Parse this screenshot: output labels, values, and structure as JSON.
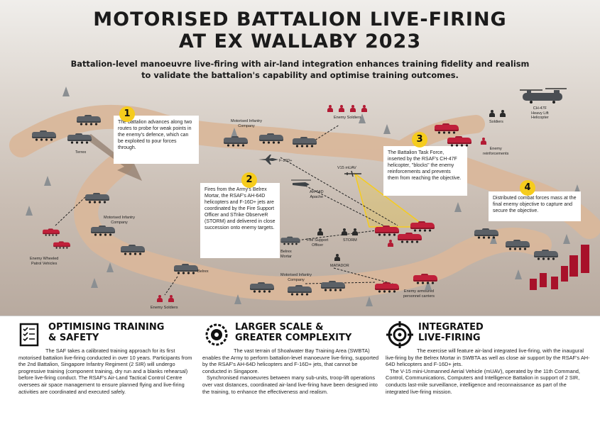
{
  "title": {
    "line1": "MOTORISED BATTALION LIVE-FIRING",
    "line2": "AT EX WALLABY 2023"
  },
  "subtitle": {
    "line1": "Battalion-level manoeuvre live-firing with air-land integration enhances training fidelity and realism",
    "line2": "to validate the battalion's capability and optimise training outcomes."
  },
  "colors": {
    "route": "#d9b79b",
    "accent_yellow": "#f6cc1d",
    "enemy_red": "#c0203a",
    "friendly_grey": "#5b6066"
  },
  "callouts": [
    {
      "number": "1",
      "text": "The battalion advances along two routes to probe for weak points in the enemy's defence, which can be exploited to pour forces through."
    },
    {
      "number": "2",
      "text": "Fires from the Army's Belrex Mortar, the RSAF's AH-64D helicopters and F-16D+ jets are coordinated by the Fire Support Officer and STrike ObserveR (STORM) and delivered in close succession onto enemy targets."
    },
    {
      "number": "3",
      "text": "The Battalion Task Force, inserted by the RSAF's CH-47F helicopter, \"blocks\" the enemy reinforcements and prevents them from reaching the objective."
    },
    {
      "number": "4",
      "text": "Distributed combat forces mass at the final enemy objective to capture and secure the objective."
    }
  ],
  "labels": {
    "terrex": "Terrex",
    "motorised_infantry": [
      "Motorised Infantry",
      "Company"
    ],
    "enemy_soldiers": "Enemy Soldiers",
    "soldiers": "Soldiers",
    "enemy_reinforcements": [
      "Enemy",
      "reinforcements"
    ],
    "ch47f": [
      "CH-47F",
      "Heavy Lift",
      "Helicopter"
    ],
    "f16": "F-16D+",
    "v15": "V15 mUAV",
    "ah64": [
      "AH-64D",
      "Apache"
    ],
    "enemy_wheeled": [
      "Enemy Wheeled",
      "Patrol Vehicles"
    ],
    "belrex_mortar": [
      "Belrex",
      "Mortar"
    ],
    "fire_support_officer": [
      "Fire Support",
      "Officer"
    ],
    "storm": "STORM",
    "matador": "MATADOR",
    "belrex": "Belrex",
    "enemy_apc": [
      "Enemy armoured",
      "personnel carriers"
    ]
  },
  "sections": [
    {
      "icon": "checklist-icon",
      "title_lines": [
        "OPTIMISING TRAINING",
        "& SAFETY"
      ],
      "paragraphs": [
        "The SAF takes a calibrated training approach for its first motorised battalion live-firing conducted in over 10 years. Participants from the 2nd Battalion, Singapore Infantry Regiment (2 SIR) will undergo progressive training (component training, dry run and a blanks rehearsal) before live-firing conduct. The RSAF's Air-Land Tactical Control Centre oversees air space management to ensure planned flying and live-firing activities are coordinated and executed safely."
      ]
    },
    {
      "icon": "gear-network-icon",
      "title_lines": [
        "LARGER SCALE &",
        "GREATER COMPLEXITY"
      ],
      "paragraphs": [
        "The vast terrain of Shoalwater Bay Training Area (SWBTA) enables the Army to perform battalion-level manoeuvre live-firing, supported by the RSAF's AH-64D helicopters and F-16D+ jets, that cannot be conducted in Singapore.",
        "Synchronised manoeuvres between many sub-units, troop-lift operations over vast distances, coordinated air-land live-firing have been designed into the training, to enhance the effectiveness and realism."
      ]
    },
    {
      "icon": "crosshair-icon",
      "title_lines": [
        "INTEGRATED",
        "LIVE-FIRING"
      ],
      "paragraphs": [
        "The exercise will feature air-land integrated live-firing, with the inaugural live-firing by the Belrex Mortar in SWBTA as well as close air support by the RSAF's AH-64D helicopters and F-16D+ jets.",
        "The V-15 mini-Unmanned Aerial Vehicle (mUAV), operated by the 11th Command, Control, Communications, Computers and Intelligence Battalion in support of 2 SIR, conducts last-mile surveillance, intelligence and reconnaissance as part of the integrated live-firing mission."
      ]
    }
  ]
}
